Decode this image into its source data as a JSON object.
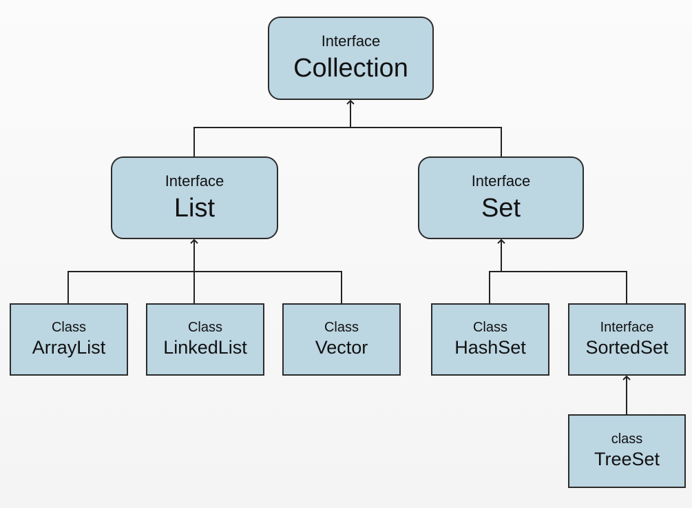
{
  "nodes": {
    "collection": {
      "kind": "Interface",
      "name": "Collection"
    },
    "list": {
      "kind": "Interface",
      "name": "List"
    },
    "set": {
      "kind": "Interface",
      "name": "Set"
    },
    "arraylist": {
      "kind": "Class",
      "name": "ArrayList"
    },
    "linkedlist": {
      "kind": "Class",
      "name": "LinkedList"
    },
    "vector": {
      "kind": "Class",
      "name": "Vector"
    },
    "hashset": {
      "kind": "Class",
      "name": "HashSet"
    },
    "sortedset": {
      "kind": "Interface",
      "name": "SortedSet"
    },
    "treeset": {
      "kind": "class",
      "name": "TreeSet"
    }
  },
  "colors": {
    "node_fill": "#bcd6e2",
    "node_border": "#2b2b2b",
    "connector": "#222222"
  }
}
